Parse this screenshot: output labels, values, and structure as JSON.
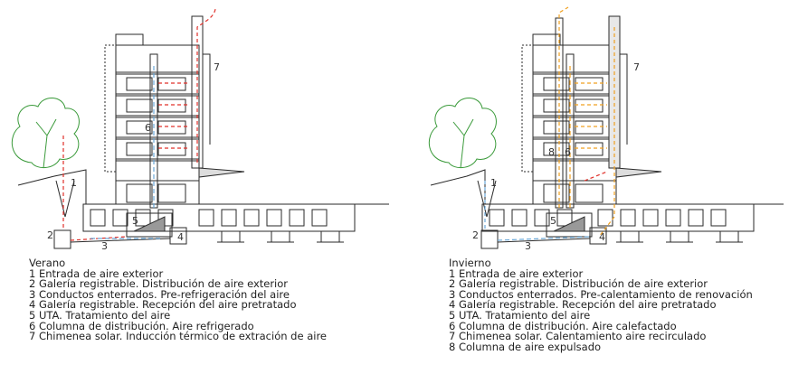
{
  "summer": {
    "title": "Verano",
    "items": [
      "1 Entrada de aire exterior",
      "2 Galería registrable. Distribución de aire exterior",
      "3 Conductos enterrados. Pre-refrigeración del aire",
      "4 Galería registrable. Recepción del aire pretratado",
      "5 UTA. Tratamiento del aire",
      "6 Columna de distribución. Aire refrigerado",
      "7 Chimenea solar. Inducción térmico de extración de aire"
    ],
    "callouts": [
      "1",
      "2",
      "3",
      "4",
      "5",
      "6",
      "7"
    ]
  },
  "winter": {
    "title": "Invierno",
    "items": [
      "1 Entrada de aire exterior",
      "2 Galería registrable. Distribución de aire exterior",
      "3 Conductos enterrados. Pre-calentamiento de renovación",
      "4 Galería registrable. Recepción del aire pretratado",
      "5 UTA. Tratamiento del aire",
      "6 Columna de distribución. Aire calefactado",
      "7 Chimenea solar. Calentamiento aire recirculado",
      "8 Columna de aire expulsado"
    ],
    "callouts": [
      "1",
      "2",
      "3",
      "4",
      "5",
      "6",
      "7",
      "8"
    ]
  },
  "colors": {
    "line": "#2a2a2a",
    "tree": "#3a9a3a",
    "cold_air": "#6aa8d8",
    "hot_air": "#e0302a",
    "warm_air": "#f0a020"
  }
}
